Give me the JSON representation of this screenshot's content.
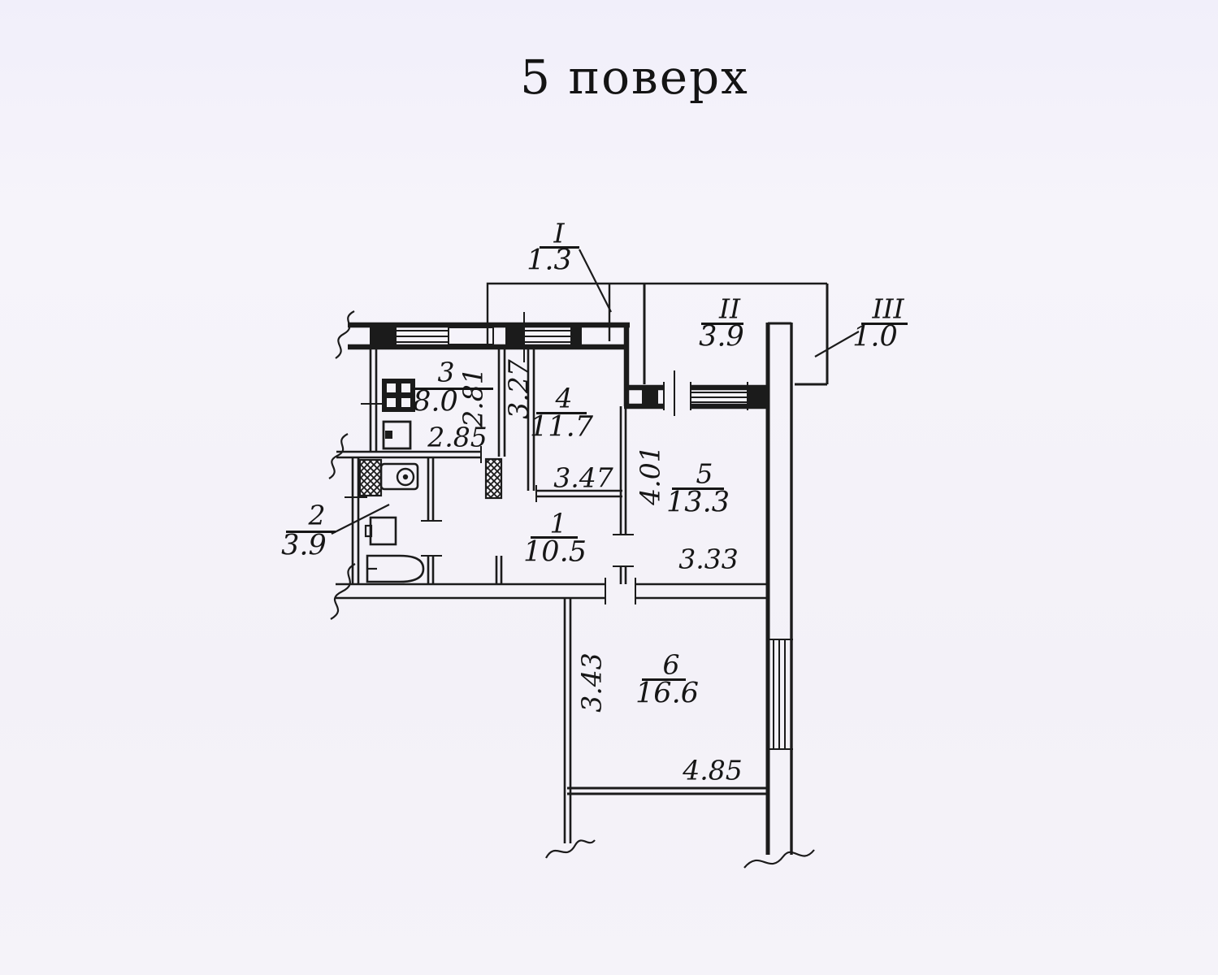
{
  "title": "5 поверх",
  "plan": {
    "balconies": [
      {
        "numeral": "I",
        "area": "1.3"
      },
      {
        "numeral": "II",
        "area": "3.9"
      },
      {
        "numeral": "III",
        "area": "1.0"
      }
    ],
    "rooms": [
      {
        "number": "1",
        "area": "10.5"
      },
      {
        "number": "2",
        "area": "3.9"
      },
      {
        "number": "3",
        "area": "8.0"
      },
      {
        "number": "4",
        "area": "11.7"
      },
      {
        "number": "5",
        "area": "13.3"
      },
      {
        "number": "6",
        "area": "16.6"
      }
    ],
    "dims": {
      "kitchen_width": "2.85",
      "kitchen_depth": "2.81",
      "room4_depth": "3.27",
      "room4_width": "3.47",
      "room5_depth": "4.01",
      "room5_width": "3.33",
      "room6_depth": "3.43",
      "room6_width": "4.85"
    },
    "fixture_icons": [
      "stove-icon",
      "sink-icon",
      "washing-machine-icon",
      "toilet-icon",
      "bathtub-icon",
      "vent-shaft-icon",
      "window-icon"
    ],
    "ink_color": "#1b1b1b",
    "paper_color": "#f4f2f9"
  }
}
